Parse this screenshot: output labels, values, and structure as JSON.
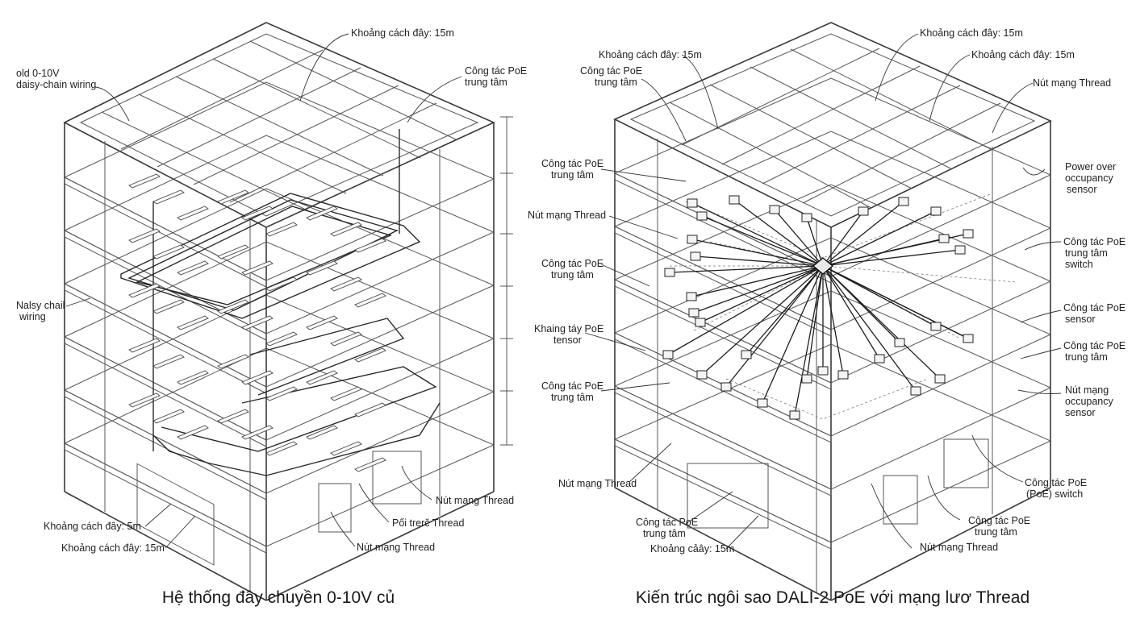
{
  "left_building": {
    "caption": "Hệ thống đây chuyền 0-10V củ",
    "labels": {
      "spacing_top": "Khoảng cách đây: 15m",
      "old_wiring_1": "old 0-10V",
      "old_wiring_2": "daisy-chain wiring",
      "poe_switch_1": "Công tác PoE",
      "poe_switch_2": "trung tâm",
      "daisy_1": "Nalsy chail",
      "daisy_2": "wiring",
      "thread_node_right": "Nút mạng Thread",
      "poe_thread": "Pối trerč Thread",
      "spacing_bottom_1": "Khoảng cách đây: 5m",
      "spacing_bottom_2": "Khoảng cách đây: 15m",
      "thread_node_bottom": "Nút mạng Thread"
    }
  },
  "right_building": {
    "caption": "Kiến trúc ngôi sao DALI-2 PoE với mạng lươ Thread",
    "labels": {
      "spacing_top_1": "Khoảng cách đây: 15m",
      "spacing_top_2": "Khoảng cách đây: 15m",
      "spacing_top_3": "Khoảng cách đây: 15m",
      "poe_central_top_1": "Công tác PoE",
      "poe_central_top_2": "trung tâm",
      "thread_node_top_right": "Nút mạng Thread",
      "poe_left_a_1": "Công tác PoE",
      "poe_left_a_2": "trung tâm",
      "thread_node_left": "Nút mạng Thread",
      "poe_left_b_1": "Công tác PoE",
      "poe_left_b_2": "trung tâm",
      "poe_sensor_left_1": "Khaing táy PoE",
      "poe_sensor_left_2": "tensor",
      "poe_left_c_1": "Công tác PoE",
      "poe_left_c_2": "trung tâm",
      "thread_node_bottom_left": "Nút mạng Thread",
      "poe_bottom_left_1": "Công tác PoE",
      "poe_bottom_left_2": "trung tâm",
      "spacing_bottom": "Khoảng cảây: 15m",
      "thread_node_bottom": "Nút mạng Thread",
      "poe_bottom_right_1": "Công tác PoE",
      "poe_bottom_right_2": "trung tâm",
      "occupancy_1": "Power over",
      "occupancy_2": "occupancy",
      "occupancy_3": "sensor",
      "poe_switch_r_1": "Công tác PoE",
      "poe_switch_r_2": "trung tâm",
      "poe_switch_r_3": "switch",
      "poe_sensor_r_1": "Công tác PoE",
      "poe_sensor_r_2": "sensor",
      "poe_central_r_1": "Công tác PoE",
      "poe_central_r_2": "trung tâm",
      "thread_occ_1": "Nút mạng",
      "thread_occ_2": "occupancy",
      "thread_occ_3": "sensor",
      "poe_poe_switch_1": "Công tác PoE",
      "poe_poe_switch_2": "(PoE) switch"
    }
  }
}
